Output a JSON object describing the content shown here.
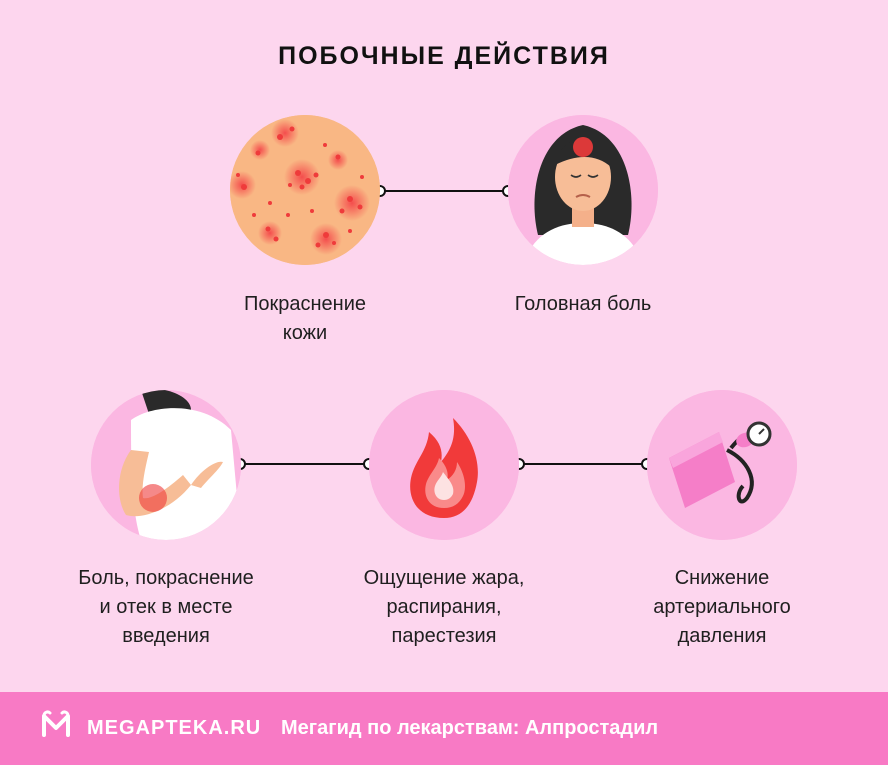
{
  "title": "ПОБОЧНЫЕ ДЕЙСТВИЯ",
  "effects": [
    {
      "label_lines": [
        "Покраснение",
        "кожи"
      ],
      "icon": "skin-rash-icon"
    },
    {
      "label_lines": [
        "Головная боль"
      ],
      "icon": "headache-woman-icon"
    },
    {
      "label_lines": [
        "Боль, покраснение",
        "и отек в месте",
        "введения"
      ],
      "icon": "injection-site-pain-icon"
    },
    {
      "label_lines": [
        "Ощущение жара,",
        "распирания,",
        "парестезия"
      ],
      "icon": "flame-icon"
    },
    {
      "label_lines": [
        "Снижение",
        "артериального",
        "давления"
      ],
      "icon": "blood-pressure-monitor-icon"
    }
  ],
  "footer": {
    "brand": "MEGAPTEKA.RU",
    "caption": "Мегагид по лекарствам: Алпростадил"
  },
  "colors": {
    "background": "#fdd6ee",
    "circle": "#fbb7e2",
    "footer": "#f87ac5",
    "accent_red": "#ef3b3b"
  }
}
